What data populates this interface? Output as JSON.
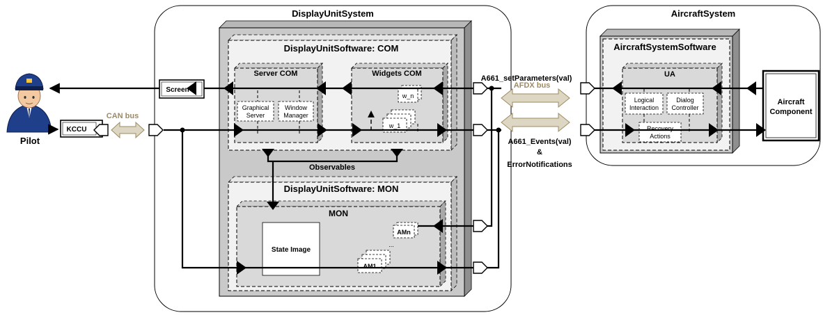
{
  "labels": {
    "display_unit_system": "DisplayUnitSystem",
    "aircraft_system": "AircraftSystem",
    "display_unit_software_com": "DisplayUnitSoftware: COM",
    "display_unit_software_mon": "DisplayUnitSoftware: MON",
    "aircraft_system_software": "AircraftSystemSoftware",
    "server_com": "Server COM",
    "widgets_com": "Widgets COM",
    "graphical_server_line1": "Graphical",
    "graphical_server_line2": "Server",
    "window_manager_line1": "Window",
    "window_manager_line2": "Manager",
    "w_n": "w_n",
    "w_1": "w_1",
    "ellipsis": "...",
    "screen": "Screen",
    "kccu": "KCCU",
    "pilot": "Pilot",
    "can_bus": "CAN bus",
    "afdx_bus": "AFDX bus",
    "observables": "Observables",
    "mon": "MON",
    "state_image": "State Image",
    "am_n": "AMn",
    "am_1": "AM1",
    "ua": "UA",
    "logical_interaction_line1": "Logical",
    "logical_interaction_line2": "Interaction",
    "dialog_controller_line1": "Dialog",
    "dialog_controller_line2": "Controller",
    "recovery_actions_line1": "Recovery",
    "recovery_actions_line2": "Actions",
    "aircraft_component_line1": "Aircraft",
    "aircraft_component_line2": "Component",
    "a661_set_parameters": "A661_setParameters(val)",
    "a661_events": "A661_Events(val)",
    "ampersand": "&",
    "error_notifications": "ErrorNotifications"
  },
  "colors": {
    "panel_gray": "#c9c9c9",
    "panel_dark": "#a6a6a6",
    "inner_gray": "#d9d9d9",
    "bus_fill": "#ddd6c2",
    "bus_stroke": "#9c8a63",
    "bus_label": "#9c8a63"
  },
  "icons": {
    "pilot_avatar": "pilot-icon",
    "bus_arrow": "double-arrow-icon",
    "port": "port-icon"
  }
}
